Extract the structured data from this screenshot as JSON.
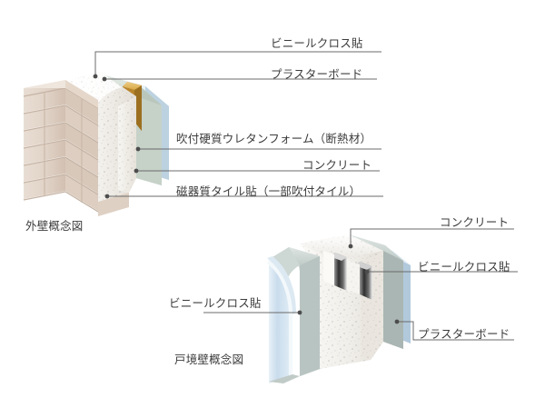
{
  "page": {
    "background_color": "#ffffff",
    "text_color": "#3c3c3c",
    "line_color": "#6b6b6b"
  },
  "diagrams": [
    {
      "id": "outer-wall",
      "caption": "外壁概念図",
      "labels": [
        {
          "key": "vinyl_top",
          "text": "ビニールクロス貼"
        },
        {
          "key": "plaster_top",
          "text": "プラスターボード"
        },
        {
          "key": "urethane",
          "text": "吹付硬質ウレタンフォーム（断熱材）"
        },
        {
          "key": "concrete",
          "text": "コンクリート"
        },
        {
          "key": "tile",
          "text": "磁器質タイル貼（一部吹付タイル）"
        }
      ],
      "materials": {
        "tile_face": "#e2d5c9",
        "tile_shadow": "#cdbcae",
        "concrete": "#efeeea",
        "urethane": "#ccd6cf",
        "vinyl_cloth": "#c9dbe6",
        "wood_stud": "#c99a3f"
      }
    },
    {
      "id": "party-wall",
      "caption": "戸境壁概念図",
      "labels": [
        {
          "key": "concrete",
          "text": "コンクリート"
        },
        {
          "key": "vinyl_r",
          "text": "ビニールクロス貼"
        },
        {
          "key": "vinyl_l",
          "text": "ビニールクロス貼"
        },
        {
          "key": "plaster_r",
          "text": "プラスターボード"
        }
      ],
      "materials": {
        "concrete": "#f0efeb",
        "plasterboard": "#c8d2d0",
        "vinyl_cloth": "#cfe0ec",
        "metal_stud": "#4a4a4a"
      }
    }
  ]
}
